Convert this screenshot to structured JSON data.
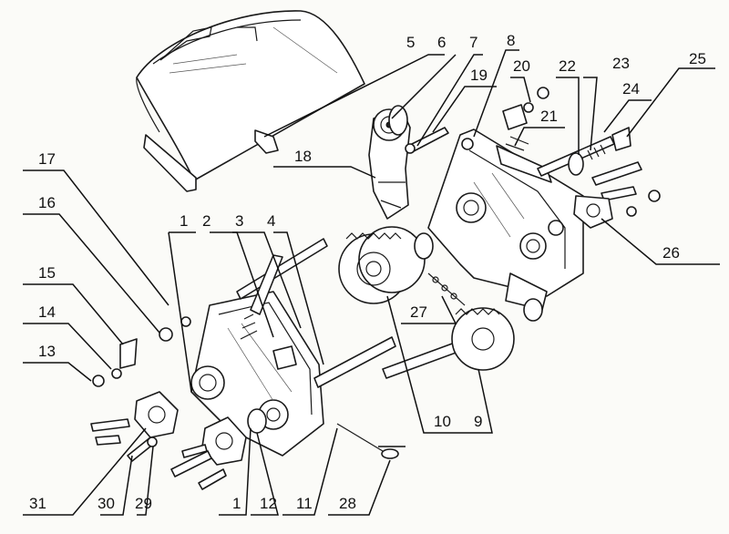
{
  "diagram": {
    "colors": {
      "ink": "#1a1a1a",
      "paper": "#fbfbf8"
    },
    "callouts": [
      {
        "id": "c5",
        "text": "5"
      },
      {
        "id": "c6",
        "text": "6"
      },
      {
        "id": "c7",
        "text": "7"
      },
      {
        "id": "c8",
        "text": "8"
      },
      {
        "id": "c19",
        "text": "19"
      },
      {
        "id": "c20",
        "text": "20"
      },
      {
        "id": "c22",
        "text": "22"
      },
      {
        "id": "c23",
        "text": "23"
      },
      {
        "id": "c25",
        "text": "25"
      },
      {
        "id": "c24",
        "text": "24"
      },
      {
        "id": "c21",
        "text": "21"
      },
      {
        "id": "c18",
        "text": "18"
      },
      {
        "id": "c17",
        "text": "17"
      },
      {
        "id": "c16",
        "text": "16"
      },
      {
        "id": "c1a",
        "text": "1"
      },
      {
        "id": "c2",
        "text": "2"
      },
      {
        "id": "c3",
        "text": "3"
      },
      {
        "id": "c4",
        "text": "4"
      },
      {
        "id": "c26",
        "text": "26"
      },
      {
        "id": "c15",
        "text": "15"
      },
      {
        "id": "c14",
        "text": "14"
      },
      {
        "id": "c27",
        "text": "27"
      },
      {
        "id": "c13",
        "text": "13"
      },
      {
        "id": "c10",
        "text": "10"
      },
      {
        "id": "c9",
        "text": "9"
      },
      {
        "id": "c28",
        "text": "28"
      },
      {
        "id": "c31",
        "text": "31"
      },
      {
        "id": "c30",
        "text": "30"
      },
      {
        "id": "c29",
        "text": "29"
      },
      {
        "id": "c1b",
        "text": "1"
      },
      {
        "id": "c12",
        "text": "12"
      },
      {
        "id": "c11",
        "text": "11"
      }
    ]
  }
}
